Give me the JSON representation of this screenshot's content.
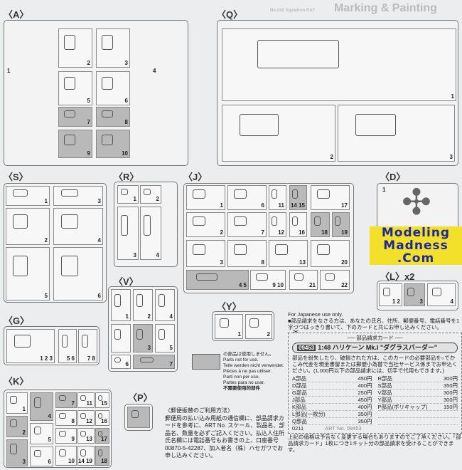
{
  "header": {
    "faint_title": "Marking & Painting",
    "faint_sub": "No.242 Squadron RAF"
  },
  "sections": [
    {
      "id": "A",
      "title": "〈A〉",
      "parts": [
        {
          "n": "1"
        },
        {
          "n": "2"
        },
        {
          "n": "3"
        },
        {
          "n": "4"
        },
        {
          "n": "5"
        },
        {
          "n": "6"
        },
        {
          "n": "7",
          "unused": true
        },
        {
          "n": "8",
          "unused": true
        },
        {
          "n": "9",
          "unused": true
        },
        {
          "n": "10",
          "unused": true
        }
      ]
    },
    {
      "id": "Q",
      "title": "〈Q〉",
      "parts": [
        {
          "n": "1"
        },
        {
          "n": "2"
        },
        {
          "n": "3"
        }
      ]
    },
    {
      "id": "S",
      "title": "〈S〉",
      "parts": [
        {
          "n": "1"
        },
        {
          "n": "3"
        },
        {
          "n": "2"
        },
        {
          "n": "4"
        },
        {
          "n": "5"
        },
        {
          "n": "6"
        }
      ]
    },
    {
      "id": "R",
      "title": "〈R〉",
      "parts": [
        {
          "n": "1"
        },
        {
          "n": "2"
        },
        {
          "n": "3"
        },
        {
          "n": "4"
        }
      ]
    },
    {
      "id": "J",
      "title": "〈J〉",
      "parts": [
        {
          "n": "1"
        },
        {
          "n": "6"
        },
        {
          "n": "11"
        },
        {
          "n": "14 15",
          "unused": true
        },
        {
          "n": "17"
        },
        {
          "n": "2"
        },
        {
          "n": "7"
        },
        {
          "n": "12"
        },
        {
          "n": "16"
        },
        {
          "n": "18",
          "unused": true
        },
        {
          "n": "19",
          "unused": true
        },
        {
          "n": "3"
        },
        {
          "n": "8"
        },
        {
          "n": "13"
        },
        {
          "n": "20"
        },
        {
          "n": "4 5",
          "unused": true
        },
        {
          "n": "9 10"
        },
        {
          "n": "21"
        },
        {
          "n": "22"
        }
      ]
    },
    {
      "id": "D",
      "title": "〈D〉",
      "parts": [
        {
          "n": "1"
        }
      ]
    },
    {
      "id": "L",
      "title": "〈L〉x2",
      "parts": [
        {
          "n": "1 2"
        },
        {
          "n": "3",
          "unused": true
        },
        {
          "n": "4"
        }
      ]
    },
    {
      "id": "V",
      "title": "〈V〉",
      "parts": [
        {
          "n": "1"
        },
        {
          "n": "2"
        },
        {
          "n": "4"
        },
        {
          "n": ""
        },
        {
          "n": "3",
          "unused": true
        },
        {
          "n": "5"
        },
        {
          "n": "6"
        },
        {
          "n": "7",
          "unused": true
        }
      ]
    },
    {
      "id": "Y",
      "title": "〈Y〉",
      "parts": [
        {
          "n": "1"
        },
        {
          "n": "2"
        }
      ]
    },
    {
      "id": "G",
      "title": "〈G〉",
      "parts": [
        {
          "n": "1 2 3"
        },
        {
          "n": "5 6"
        },
        {
          "n": "7 8"
        }
      ]
    },
    {
      "id": "K",
      "title": "〈K〉",
      "parts": [
        {
          "n": "1"
        },
        {
          "n": "4",
          "unused": true
        },
        {
          "n": "7",
          "unused": true
        },
        {
          "n": "11"
        },
        {
          "n": "15"
        },
        {
          "n": "2",
          "unused": true
        },
        {
          "n": "5"
        },
        {
          "n": "8"
        },
        {
          "n": "12"
        },
        {
          "n": "16"
        },
        {
          "n": "17",
          "unused": true
        },
        {
          "n": "3",
          "unused": true
        },
        {
          "n": "6"
        },
        {
          "n": "9"
        },
        {
          "n": "13"
        },
        {
          "n": "10"
        },
        {
          "n": "14 19"
        },
        {
          "n": "18",
          "unused": true
        }
      ]
    },
    {
      "id": "P",
      "title": "〈P〉",
      "parts": [
        {
          "n": "",
          "unused": true
        }
      ]
    }
  ],
  "legend": {
    "lines": [
      "の部品は使用しません。",
      "Parts not for use.",
      "Teile werden nicht verwendet.",
      "Pièces à ne pas utiliser.",
      "Parti non per uso.",
      "Partes para no usar.",
      "不需要使用的部件"
    ]
  },
  "postal": {
    "title": "〈郵便振替のご利用方法〉",
    "body": "郵便局の払い込み用紙の通信欄に、部品請求カードを参考に、ART No. スケール、製品名、部品名、数量を必ずご記入ください。払込人住所氏名欄には電話番号もお書きの上、口座番号00870-5-42287、加入者名（株）ハセガワでお申し込みください。"
  },
  "order_card": {
    "note_en": "For Japanese use only.",
    "intro": "■部品請求をなさる方は、あなたの氏名、住所、郵便番号、電話番号を1字づつはっきり書いて、下のカードと共にお申し込みください。",
    "card_title": "── 部品請求カード ──",
    "art_no": "09453",
    "product": "1:48 ハリケーン Mk.I \"ダグラスバーダー\"",
    "body": "部品を紛失したり、破損された方は、このカードの必要部品を○でかこみ代金を現金書留または郵便小為替で当社サービス係までお申込ください。(1,000円以下の部品請求には、切手で代用もできます。)",
    "prices": [
      {
        "part": "A部品",
        "price": "450円"
      },
      {
        "part": "R部品",
        "price": "300円"
      },
      {
        "part": "D部品",
        "price": "400円"
      },
      {
        "part": "S部品",
        "price": "350円"
      },
      {
        "part": "G部品",
        "price": "250円"
      },
      {
        "part": "V部品",
        "price": "300円"
      },
      {
        "part": "J部品",
        "price": "450円"
      },
      {
        "part": "Y部品",
        "price": "300円"
      },
      {
        "part": "K部品",
        "price": "400円"
      },
      {
        "part": "P部品(ポリキャップ)",
        "price": "150円"
      },
      {
        "part": "L部品(一枚分)",
        "price": "350円"
      },
      {
        "part": "",
        "price": ""
      },
      {
        "part": "Q部品",
        "price": "350円"
      },
      {
        "part": "",
        "price": ""
      }
    ],
    "code": "0211",
    "art_label": "ART No. 09453",
    "footer": "上記の価格は予告なく変更する場合もありますのでご了承ください。「部品請求カード」1枚につき1キット分の部品請求を受けることができます。"
  },
  "watermark": {
    "line1": "Modeling",
    "line2": "Madness",
    "line3": ".Com"
  }
}
